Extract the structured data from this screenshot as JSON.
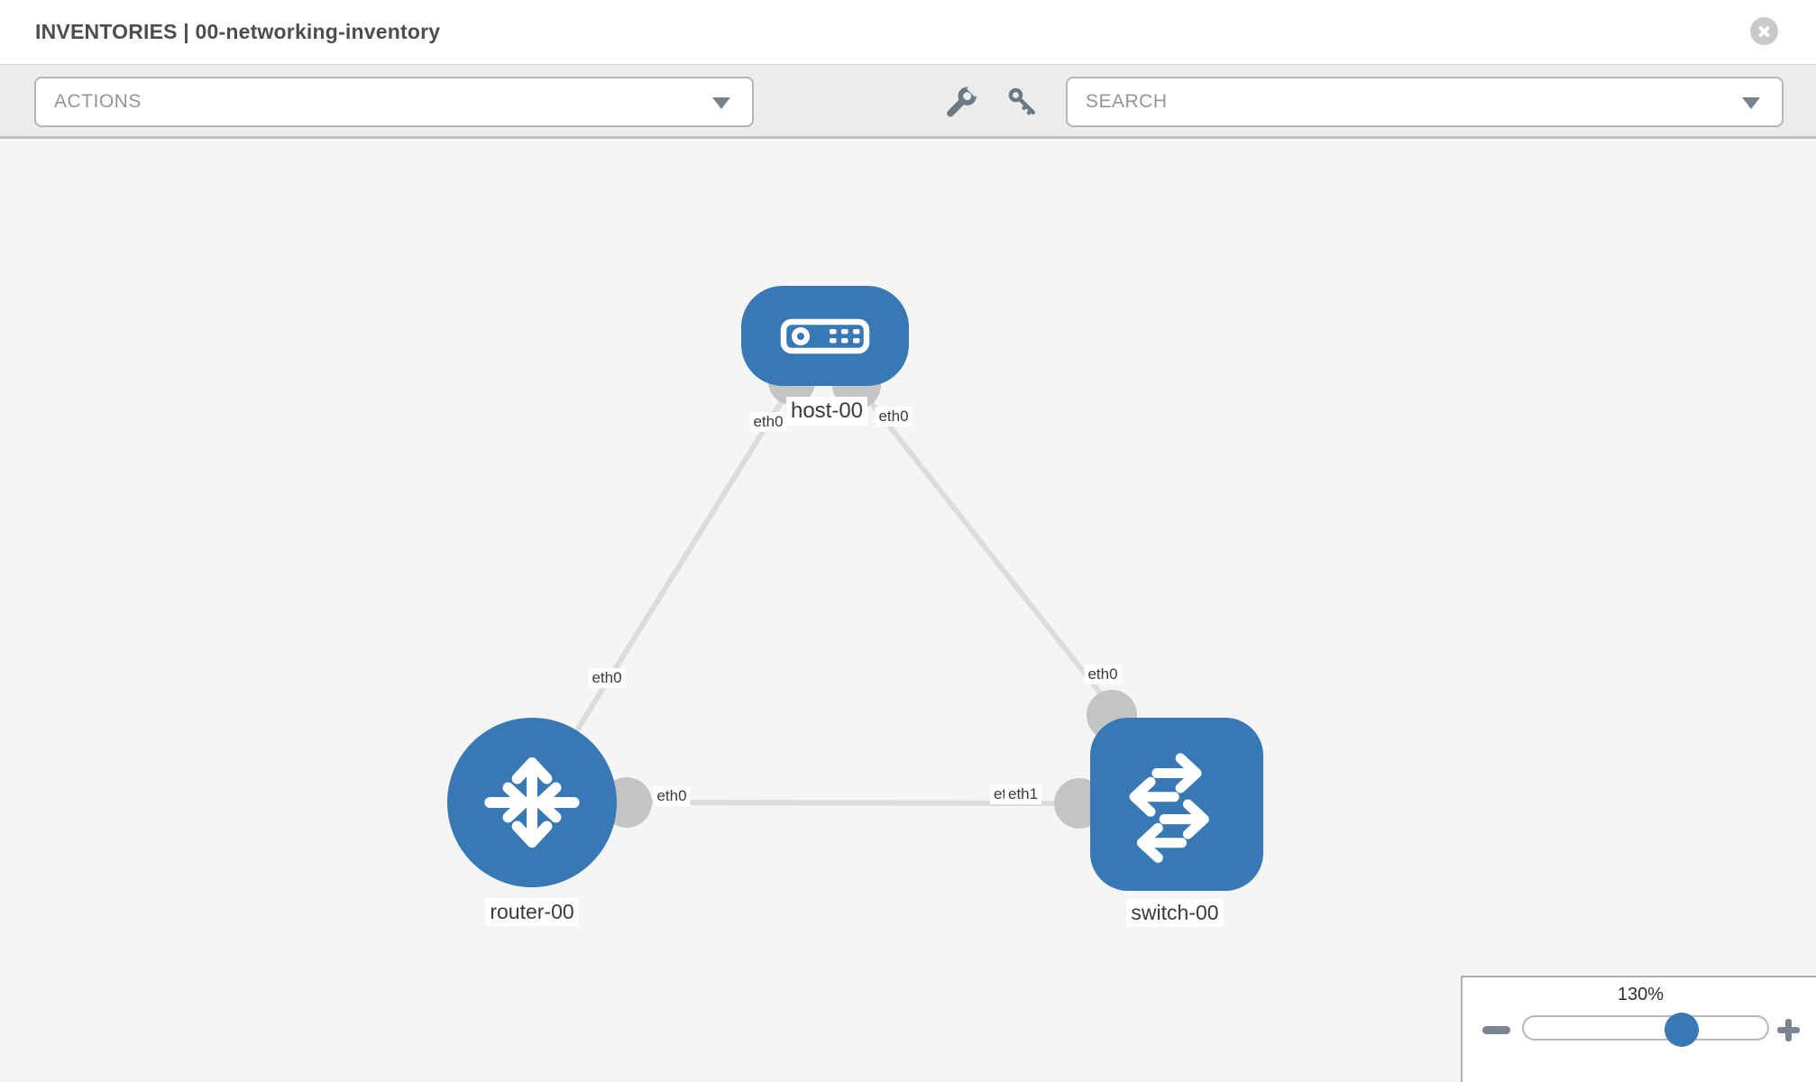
{
  "header": {
    "title": "INVENTORIES | 00-networking-inventory"
  },
  "toolbar": {
    "actions_dropdown": {
      "placeholder": "ACTIONS"
    },
    "search_dropdown": {
      "placeholder": "SEARCH"
    }
  },
  "icons": {
    "close": "circle-x",
    "wrench": "wrench",
    "key": "key",
    "dropdown_caret": "triangle-down",
    "host": "server-front-panel",
    "router": "four-crossed-arrows",
    "switch": "exchange-arrows",
    "zoom_out": "minus",
    "zoom_in": "plus"
  },
  "diagram": {
    "nodes": [
      {
        "label": "host-00",
        "type": "host",
        "icon": "server-icon"
      },
      {
        "label": "router-00",
        "type": "router",
        "icon": "router-arrows-icon"
      },
      {
        "label": "switch-00",
        "type": "switch",
        "icon": "switch-arrows-icon"
      }
    ],
    "links": [
      {
        "from": "host-00",
        "to": "router-00",
        "from_interface": "eth0",
        "to_interface": "eth0"
      },
      {
        "from": "host-00",
        "to": "switch-00",
        "from_interface": "eth0",
        "to_interface": "eth0"
      },
      {
        "from": "router-00",
        "to": "switch-00",
        "from_interface": "eth0",
        "to_interface": "eth1",
        "to_interface_behind": "eth0"
      }
    ]
  },
  "zoom_control": {
    "level": "130%"
  },
  "colors": {
    "node_blue": "#3878b4",
    "link_gray": "#dcdcdc",
    "port_gray": "#c4c4c4",
    "toolbar_bg": "#ececec",
    "canvas_bg": "#f5f5f5",
    "icon_gray": "#6c7884"
  }
}
